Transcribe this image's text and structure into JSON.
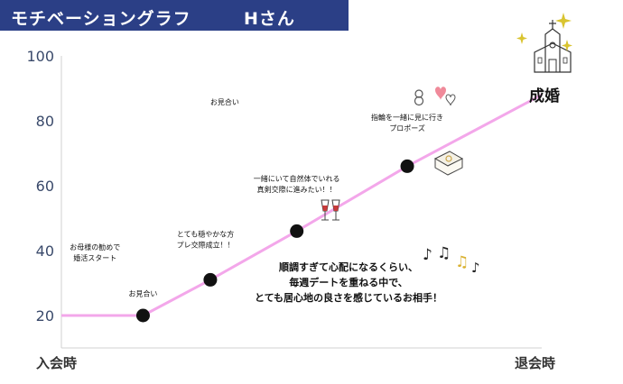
{
  "header": {
    "title": "モチベーショングラフ",
    "name": "Hさん"
  },
  "colors": {
    "banner": "#2b3f86",
    "line": "#f3a7ea",
    "axis": "#d0d0d0",
    "point": "#111111"
  },
  "chart_data": {
    "type": "line",
    "title": "",
    "xlabel": "",
    "ylabel": "",
    "yticks": [
      "20",
      "40",
      "60",
      "80",
      "100"
    ],
    "ylim": [
      10,
      100
    ],
    "x_start_label": "入会時",
    "x_end_label": "退会時",
    "xlim": [
      0,
      100
    ],
    "grid": false,
    "series": [
      {
        "x": [
          0,
          17,
          31,
          49,
          72,
          100
        ],
        "values": [
          20,
          20,
          31,
          46,
          66,
          88
        ],
        "markers": [
          1,
          2,
          3,
          4
        ]
      }
    ],
    "annotations": [
      {
        "lines": [
          "お見合い"
        ],
        "x": 34,
        "y": 85
      },
      {
        "lines": [
          "お母様の勧めで",
          "婚活スタート"
        ],
        "x": 7,
        "y": 37
      },
      {
        "lines": [
          "お見合い"
        ],
        "x": 17,
        "y": 26
      },
      {
        "lines": [
          "とても穏やかな方",
          "プレ交際成立！！"
        ],
        "x": 30,
        "y": 41
      },
      {
        "lines": [
          "一緒にいて自然体でいれる",
          "真剣交際に進みたい！！"
        ],
        "x": 49,
        "y": 58
      },
      {
        "lines": [
          "指輪を一緒に見に行き",
          "プロポーズ"
        ],
        "x": 72,
        "y": 77
      }
    ],
    "remark": [
      "順調すぎて心配になるくらい、",
      "毎週デートを重ねる中で、",
      "とても居心地の良さを感じているお相手！"
    ],
    "goal_label": "成婚"
  }
}
